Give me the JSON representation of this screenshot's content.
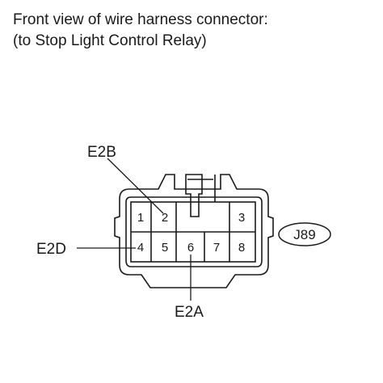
{
  "title": {
    "line1": "Front view of wire harness connector:",
    "line2": "(to Stop Light Control Relay)"
  },
  "connector": {
    "id": "J89",
    "pins": {
      "p1": "1",
      "p2": "2",
      "p3": "3",
      "p4": "4",
      "p5": "5",
      "p6": "6",
      "p7": "7",
      "p8": "8"
    }
  },
  "callouts": {
    "e2b": "E2B",
    "e2d": "E2D",
    "e2a": "E2A"
  }
}
